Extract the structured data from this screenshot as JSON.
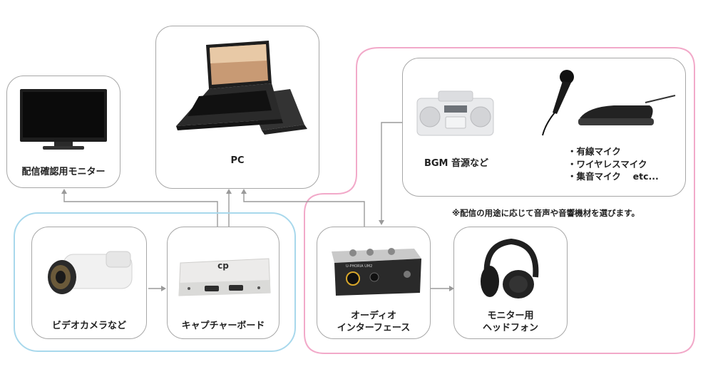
{
  "nodes": {
    "monitor": {
      "label": "配信確認用モニター"
    },
    "pc": {
      "label": "PC"
    },
    "audio_sources": {
      "bgm_label": "BGM 音源など"
    },
    "camera": {
      "label": "ビデオカメラなど"
    },
    "capture": {
      "label": "キャプチャーボード",
      "logo_text": "cp"
    },
    "interface": {
      "label_line1": "オーディオ",
      "label_line2": "インターフェース",
      "brand_text": "U-PHORIA UM2"
    },
    "headphones": {
      "label_line1": "モニター用",
      "label_line2": "ヘッドフォン"
    }
  },
  "mic_list": [
    "有線マイク",
    "ワイヤレスマイク",
    "集音マイク　 etc..."
  ],
  "note": "※配信の用途に応じて音声や音響機材を選びます。",
  "colors": {
    "node_border": "#a7a7a7",
    "group_video": "#a8d8ec",
    "group_audio": "#f2a9c9",
    "arrow": "#9a9a9a"
  },
  "icons": [
    "tv-monitor-icon",
    "laptop-icon",
    "cd-radio-icon",
    "handheld-mic-icon",
    "boundary-mic-icon",
    "video-camera-icon",
    "capture-board-icon",
    "audio-interface-icon",
    "headphones-icon"
  ]
}
